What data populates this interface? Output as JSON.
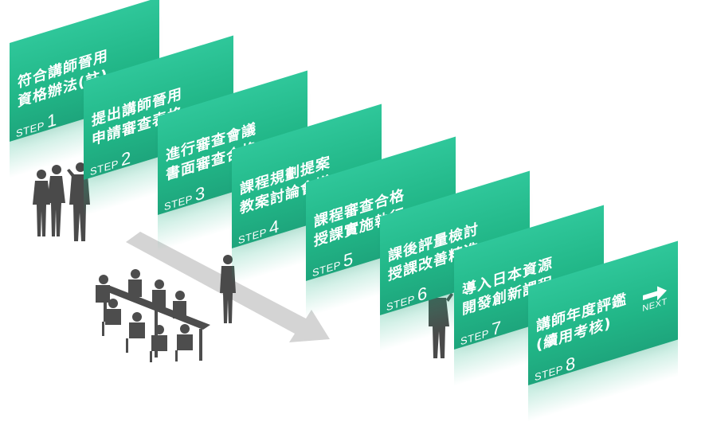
{
  "colors": {
    "card": "#21b687",
    "arrow": "#d4d4d4",
    "silhouette": "#4a4a4a",
    "text": "#ffffff"
  },
  "steps": [
    {
      "line1": "符合講師晉用",
      "line2": "資格辦法(註)",
      "step_word": "STEP",
      "step_num": "1"
    },
    {
      "line1": "提出講師晉用",
      "line2": "申請審查表格",
      "step_word": "STEP",
      "step_num": "2"
    },
    {
      "line1": "進行審查會議",
      "line2": "書面審查合格",
      "step_word": "STEP",
      "step_num": "3"
    },
    {
      "line1": "課程規劃提案",
      "line2": "教案討論會議",
      "step_word": "STEP",
      "step_num": "4"
    },
    {
      "line1": "課程審查合格",
      "line2": "授課實施執行",
      "step_word": "STEP",
      "step_num": "5"
    },
    {
      "line1": "課後評量檢討",
      "line2": "授課改善精進",
      "step_word": "STEP",
      "step_num": "6"
    },
    {
      "line1": "導入日本資源",
      "line2": "開發創新課程",
      "step_word": "STEP",
      "step_num": "7"
    },
    {
      "line1": "講師年度評鑑",
      "line2": "(續用考核)",
      "step_word": "STEP",
      "step_num": "8"
    }
  ],
  "next": {
    "label": "NEXT",
    "icon": "right-arrow-icon"
  },
  "decor": {
    "arrow_icon": "flow-arrow-icon",
    "group_icon": "people-group-icon",
    "meeting_icon": "meeting-table-icon",
    "speaker_icon": "presenter-icon"
  }
}
